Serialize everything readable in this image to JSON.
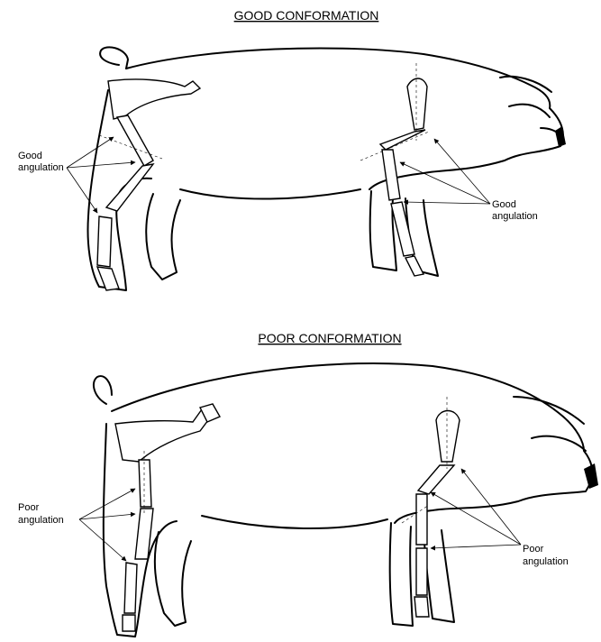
{
  "good": {
    "title": "GOOD CONFORMATION",
    "left_label_1": "Good",
    "left_label_2": "angulation",
    "right_label_1": "Good",
    "right_label_2": "angulation"
  },
  "poor": {
    "title": "POOR CONFORMATION",
    "left_label_1": "Poor",
    "left_label_2": "angulation",
    "right_label_1": "Poor",
    "right_label_2": "angulation"
  }
}
